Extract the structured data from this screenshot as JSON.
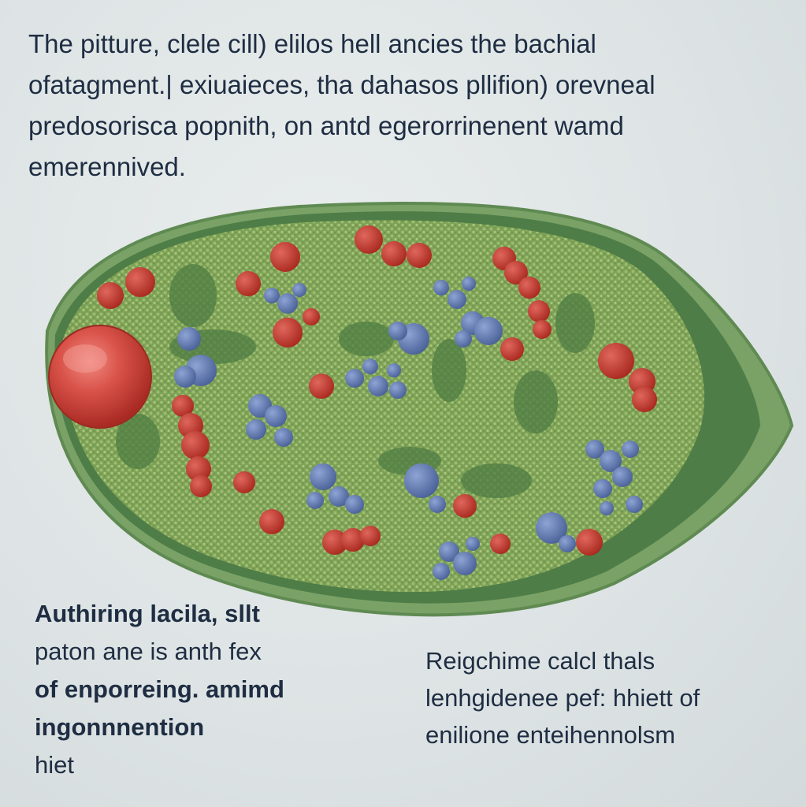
{
  "intro_lines": [
    "The pitture, clele cill)  elilos hell ancies the bachial",
    "ofatagment.| exiuaieces, tha dahasos pllifion) orevneal",
    "predosorisca popnith, on antd egerorrinenent  wamd",
    "emerennived."
  ],
  "left_note_lines": [
    "Authiring lacila,  sllt",
    "paton ane is  anth fex",
    "of enporreing. amimd",
    "ingonnnention",
    "hiet"
  ],
  "right_note_lines": [
    "Reigchime  calcl  thals",
    "lenhgidenee pef:  hhiett  of",
    "enilione  enteihennolsm"
  ],
  "colors": {
    "paper": "#dfe5e6",
    "cytoplasm": "#7fa055",
    "membrane": "#4d7a45",
    "outer_wall": "#6f9a5e",
    "red_organelle": "#c0392b",
    "blue_cluster": "#5a73a8"
  }
}
